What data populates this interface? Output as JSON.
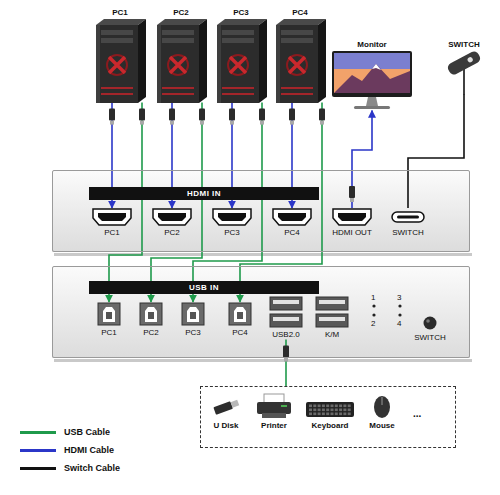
{
  "diagram": {
    "nodes": [
      {
        "text": [
          "PC1"
        ]
      },
      {
        "text": [
          "PC2"
        ]
      },
      {
        "text": [
          "PC3"
        ]
      },
      {
        "text": [
          "PC4"
        ]
      },
      {
        "text": [
          "Monitor"
        ]
      },
      {
        "text": [
          "SWITCH"
        ]
      },
      {
        "text": [
          "HDMI IN"
        ]
      },
      {
        "text": [
          "PC1"
        ],
        "in": 6
      },
      {
        "text": [
          "PC2"
        ],
        "in": 6
      },
      {
        "text": [
          "PC3"
        ],
        "in": 6
      },
      {
        "text": [
          "PC4"
        ],
        "in": 6
      },
      {
        "text": [
          "HDMI OUT"
        ],
        "in": 6
      },
      {
        "text": [
          "SWITCH"
        ],
        "in": 6
      },
      {
        "text": [
          "USB IN"
        ]
      },
      {
        "text": [
          "PC1"
        ],
        "in": 13
      },
      {
        "text": [
          "PC2"
        ],
        "in": 13
      },
      {
        "text": [
          "PC3"
        ],
        "in": 13
      },
      {
        "text": [
          "PC4"
        ],
        "in": 13
      },
      {
        "text": [
          "USB2.0"
        ],
        "in": 13
      },
      {
        "text": [
          "K/M"
        ],
        "in": 13
      },
      {
        "text": [
          "SWITCH"
        ],
        "in": 13
      },
      {
        "text": [
          "..."
        ]
      },
      {
        "text": [
          "U Disk"
        ],
        "in": 21
      },
      {
        "text": [
          "Printer"
        ],
        "in": 21
      },
      {
        "text": [
          "Keyboard"
        ],
        "in": 21
      },
      {
        "text": [
          "Mouse"
        ],
        "in": 21
      }
    ],
    "edges": [
      {
        "from": 0,
        "to": 7,
        "arrow": "to"
      },
      {
        "from": 1,
        "to": 8,
        "arrow": "to"
      },
      {
        "from": 2,
        "to": 9,
        "arrow": "to"
      },
      {
        "from": 3,
        "to": 10,
        "arrow": "to"
      },
      {
        "from": 0,
        "to": 14,
        "arrow": "to"
      },
      {
        "from": 1,
        "to": 15,
        "arrow": "to"
      },
      {
        "from": 2,
        "to": 16,
        "arrow": "to"
      },
      {
        "from": 3,
        "to": 17,
        "arrow": "to"
      },
      {
        "from": 11,
        "to": 4,
        "arrow": "to"
      },
      {
        "from": 5,
        "to": 12,
        "arrow": "none"
      },
      {
        "from": 18,
        "to": 21,
        "arrow": "none"
      }
    ],
    "labels": [
      "1",
      "3",
      "2",
      "4"
    ],
    "legend": [
      {
        "text": "USB Cable",
        "color": "#1f9a4b"
      },
      {
        "text": "HDMI Cable",
        "color": "#2b36c8"
      },
      {
        "text": "Switch Cable",
        "color": "#111111"
      }
    ]
  }
}
